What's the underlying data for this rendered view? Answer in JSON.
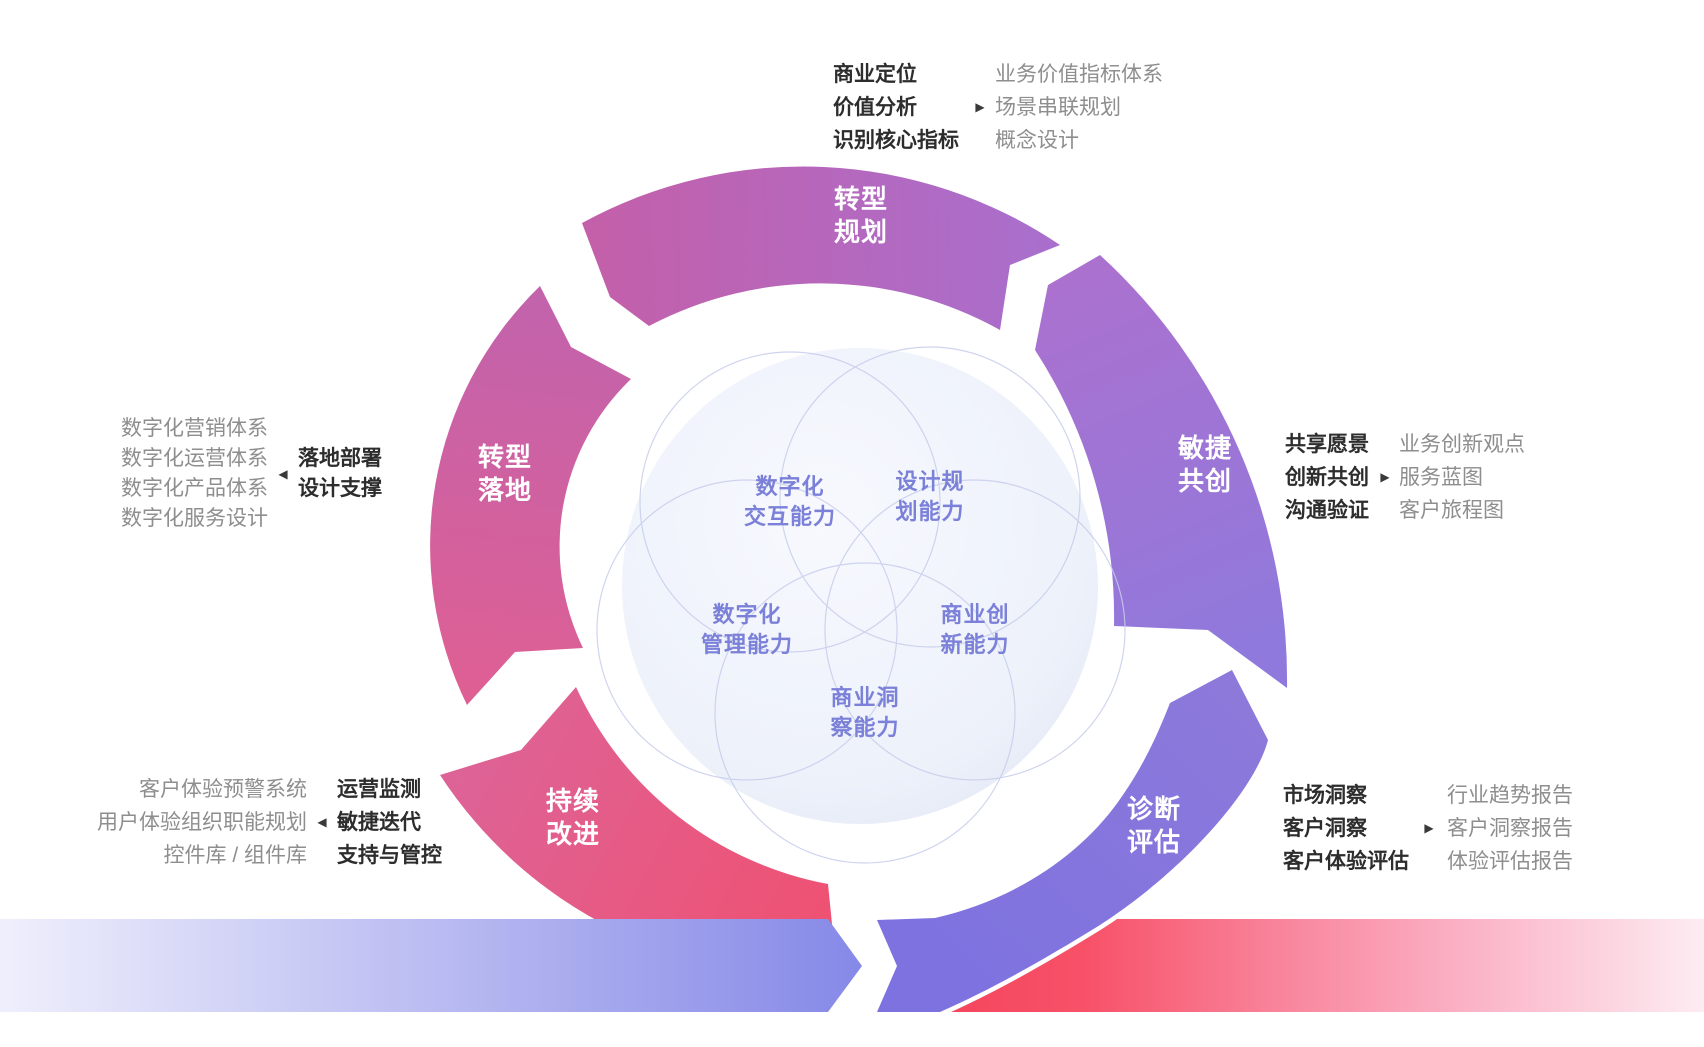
{
  "icons": {
    "arrow_right": "▶",
    "arrow_left": "◀"
  },
  "ring": {
    "segments": [
      {
        "id": "transformation-planning",
        "lines": [
          "转型",
          "规划"
        ],
        "color_start": "#c45fa9",
        "color_end": "#a86fce"
      },
      {
        "id": "agile-cocreation",
        "lines": [
          "敏捷",
          "共创"
        ],
        "color_start": "#ab71cf",
        "color_end": "#9079dc"
      },
      {
        "id": "diagnosis-evaluation",
        "lines": [
          "诊断",
          "评估"
        ],
        "color_start": "#8d79da",
        "color_end": "#7d72e0"
      },
      {
        "id": "continuous-improvement",
        "lines": [
          "持续",
          "改进"
        ],
        "color_start": "#dd6397",
        "color_end": "#f0506f"
      },
      {
        "id": "transformation-landing",
        "lines": [
          "转型",
          "落地"
        ],
        "color_start": "#c263ac",
        "color_end": "#de5f94"
      }
    ]
  },
  "center": {
    "text_color": "#7b80d8",
    "sphere_tint": "#e9edf9",
    "petal_stroke": "#c7cdec",
    "capabilities": [
      {
        "id": "digital-interaction",
        "lines": [
          "数字化",
          "交互能力"
        ]
      },
      {
        "id": "design-planning",
        "lines": [
          "设计规",
          "划能力"
        ]
      },
      {
        "id": "digital-management",
        "lines": [
          "数字化",
          "管理能力"
        ]
      },
      {
        "id": "business-innovation",
        "lines": [
          "商业创",
          "新能力"
        ]
      },
      {
        "id": "business-insight",
        "lines": [
          "商业洞",
          "察能力"
        ]
      }
    ]
  },
  "annotations": {
    "top": {
      "activities": [
        "商业定位",
        "价值分析",
        "识别核心指标"
      ],
      "deliverables": [
        "业务价值指标体系",
        "场景串联规划",
        "概念设计"
      ]
    },
    "right_upper": {
      "activities": [
        "共享愿景",
        "创新共创",
        "沟通验证"
      ],
      "deliverables": [
        "业务创新观点",
        "服务蓝图",
        "客户旅程图"
      ]
    },
    "right_lower": {
      "activities": [
        "市场洞察",
        "客户洞察",
        "客户体验评估"
      ],
      "deliverables": [
        "行业趋势报告",
        "客户洞察报告",
        "体验评估报告"
      ]
    },
    "left_upper": {
      "deliverables": [
        "数字化营销体系",
        "数字化运营体系",
        "数字化产品体系",
        "数字化服务设计"
      ],
      "activities": [
        "落地部署",
        "设计支撑"
      ]
    },
    "left_lower": {
      "deliverables": [
        "客户体验预警系统",
        "用户体验组织职能规划",
        "控件库 / 组件库"
      ],
      "activities": [
        "运营监测",
        "敏捷迭代",
        "支持与管控"
      ]
    }
  },
  "flow_bar": {
    "left_start": "#efeffc",
    "left_end": "#8689e7",
    "right_start": "#f4455c",
    "right_mid1": "#f75168",
    "right_mid2": "#f8849b",
    "right_mid3": "#fbb3c7",
    "right_end": "#fdecf2"
  }
}
